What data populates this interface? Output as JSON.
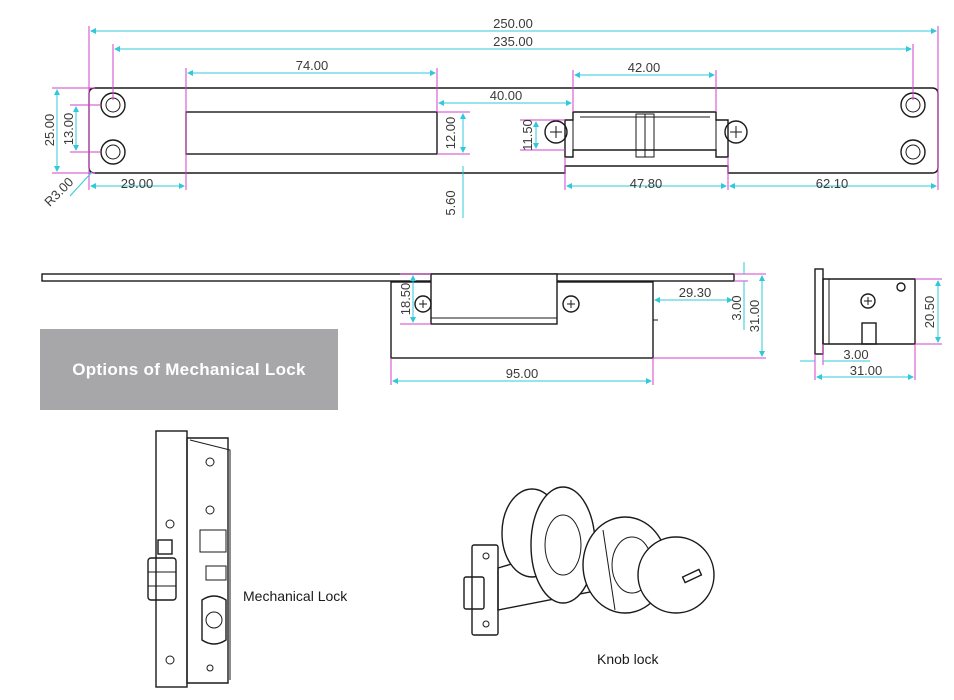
{
  "dimensions": {
    "overall_length": "250.00",
    "hole_span": "235.00",
    "slot_length": "74.00",
    "lock_body_width": "42.00",
    "slot_to_lock_gap": "40.00",
    "plate_height": "25.00",
    "hole_spacing": "13.00",
    "corner_radius": "R3.00",
    "end_to_slot": "29.00",
    "slot_height": "12.00",
    "screw_hole_offset": "11.50",
    "slot_bottom_offset": "5.60",
    "lock_base_width": "47.80",
    "lock_to_end": "62.10",
    "side_body_height": "18.50",
    "side_right_gap": "29.30",
    "side_plate_thickness": "3.00",
    "side_total_depth": "31.00",
    "side_body_length": "95.00",
    "end_view_height": "20.50",
    "end_view_plate": "3.00",
    "end_view_depth": "31.00"
  },
  "section": {
    "title": "Options of Mechanical Lock"
  },
  "options": [
    {
      "label": "Mechanical Lock"
    },
    {
      "label": "Knob lock"
    }
  ],
  "colors": {
    "dimension_line": "#2fc9d9",
    "extension_line": "#d640c8",
    "outline": "#1a1a1a",
    "banner": "#a7a7a9"
  }
}
